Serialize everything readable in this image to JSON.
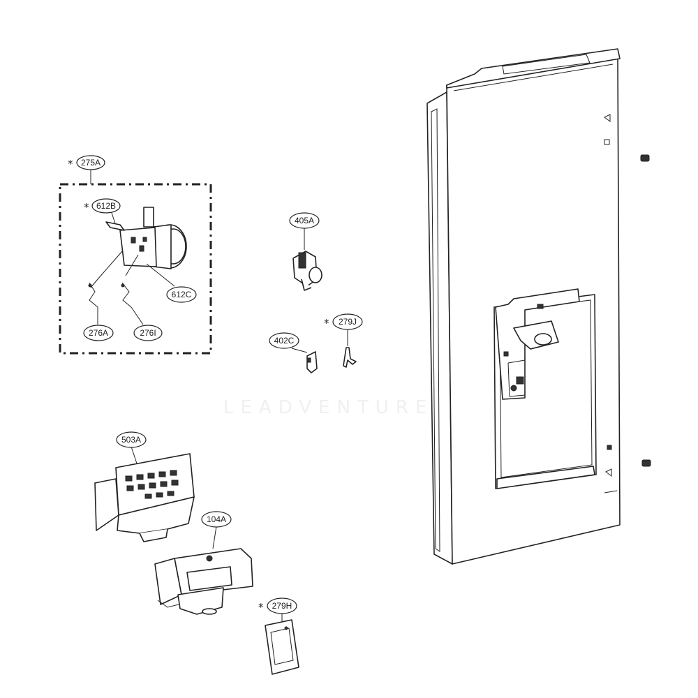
{
  "colors": {
    "line": "#222222",
    "background": "#ffffff",
    "watermark": "#eeeeee"
  },
  "watermark": {
    "text": "LEADVENTURE"
  },
  "callouts": {
    "c275A": {
      "text": "275A",
      "asterisk": "*"
    },
    "c612B": {
      "text": "612B",
      "asterisk": "*"
    },
    "c612C": {
      "text": "612C",
      "asterisk": ""
    },
    "c276A": {
      "text": "276A",
      "asterisk": ""
    },
    "c276I": {
      "text": "276I",
      "asterisk": ""
    },
    "c405A": {
      "text": "405A",
      "asterisk": ""
    },
    "c279J": {
      "text": "279J",
      "asterisk": "*"
    },
    "c402C": {
      "text": "402C",
      "asterisk": ""
    },
    "c503A": {
      "text": "503A",
      "asterisk": ""
    },
    "c104A": {
      "text": "104A",
      "asterisk": ""
    },
    "c279H": {
      "text": "279H",
      "asterisk": "*"
    }
  }
}
